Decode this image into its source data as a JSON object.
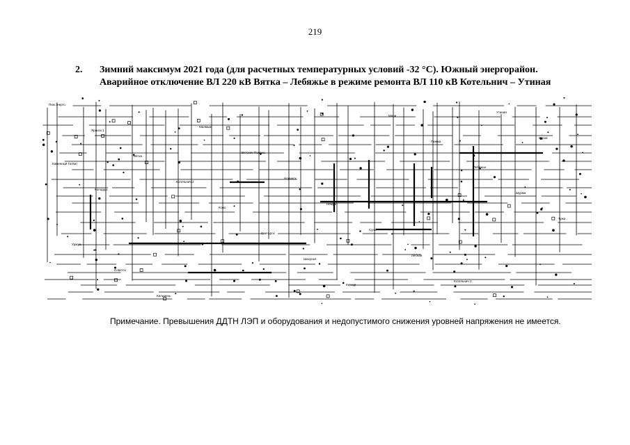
{
  "page": {
    "number": "219"
  },
  "heading": {
    "num": "2.",
    "line1": "Зимний максимум 2021 года (для расчетных температурных условий -32 °С). Южный энергорайон.",
    "line2": "Аварийное отключение ВЛ 220 кВ Вятка – Лебяжье в режиме ремонта ВЛ 110 кВ Котельнич – Утиная"
  },
  "diagram": {
    "labels": [
      "Пиж.энерго",
      "Яранск 1",
      "Вятка",
      "Котельнич 2",
      "Ксмо",
      "Санчурск",
      "Шахунья",
      "Кикнур",
      "Мари",
      "Пижма",
      "Лебяжье",
      "Шурма",
      "Тужа",
      "Уржум",
      "Советск",
      "Кильмезь",
      "Малмыж",
      "Вятские Поляны",
      "Нолинск",
      "Немда",
      "Суна",
      "Лесная",
      "Котельнич 1",
      "Утиная",
      "Киров",
      "Каменный Гатвит",
      "Колодцы"
    ]
  },
  "note": "Примечание. Превышения ДДТН ЛЭП и оборудования и недопустимого снижения уровней напряжения не имеется."
}
